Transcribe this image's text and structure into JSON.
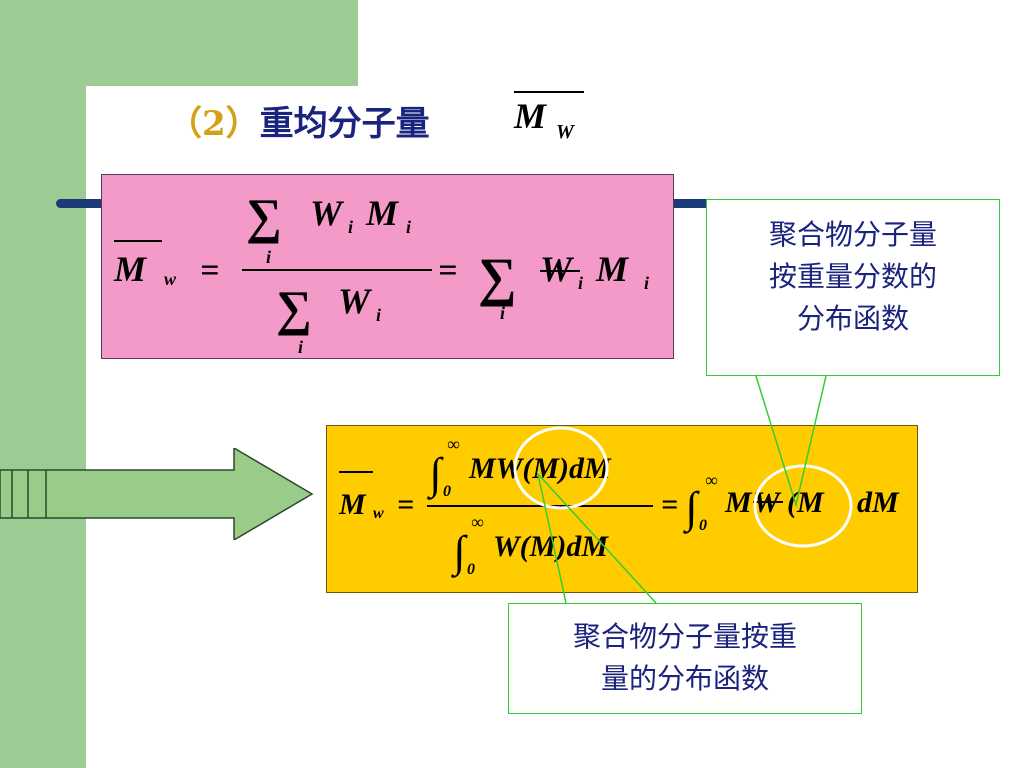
{
  "slide": {
    "title_number": "（2）",
    "title_text": "重均分子量",
    "title_symbol": {
      "main": "M",
      "sub": "W"
    }
  },
  "formula_discrete": {
    "lhs_main": "M",
    "lhs_sub": "w",
    "equals": "=",
    "sum": "∑",
    "index": "i",
    "numerator_w": "W",
    "numerator_m": "M",
    "denominator_w": "W",
    "rhs_w": "W",
    "rhs_m": "M"
  },
  "formula_integral": {
    "lhs_main": "M",
    "lhs_sub": "w",
    "equals": "=",
    "integral": "∫",
    "lower": "0",
    "upper": "∞",
    "numerator": "MW(M)dM",
    "denominator": "W(M)dM",
    "rhs_m": "M",
    "rhs_w": "W",
    "rhs_paren": "(M",
    "rhs_dm": "dM"
  },
  "callouts": {
    "top_right": [
      "聚合物分子量",
      "按重量分数的",
      "分布函数"
    ],
    "bottom": [
      "聚合物分子量按重",
      "量的分布函数"
    ]
  },
  "colors": {
    "green_band": "#9ccc94",
    "pink_box": "#f49ac8",
    "yellow_box": "#ffcc00",
    "callout_border": "#33cc33",
    "title_text": "#1a237e",
    "title_number": "#d4a017",
    "bar": "#1a3a78",
    "arrow_fill": "#99cc88"
  },
  "icons": {
    "arrow": "right-arrow-icon"
  }
}
